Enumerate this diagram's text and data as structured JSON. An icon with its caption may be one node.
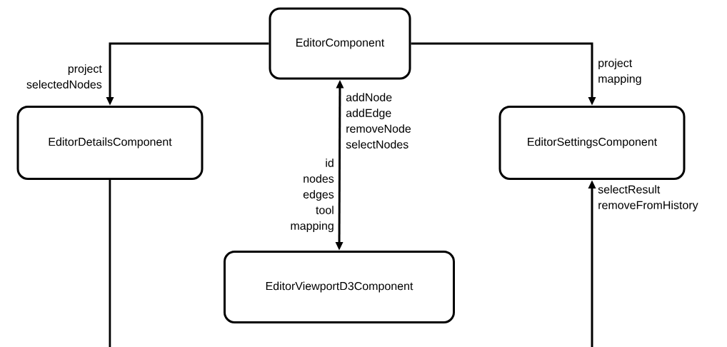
{
  "diagram": {
    "nodes": [
      {
        "text": [
          "EditorComponent"
        ]
      },
      {
        "text": [
          "EditorDetailsComponent"
        ]
      },
      {
        "text": [
          "EditorSettingsComponent"
        ]
      },
      {
        "text": [
          "EditorViewportD3Component"
        ]
      }
    ],
    "edges": [
      {
        "from": 0,
        "to": 1,
        "arrow": "to",
        "label": "project selectedNodes"
      },
      {
        "from": 0,
        "to": 2,
        "arrow": "to",
        "label": "project mapping"
      },
      {
        "from": 0,
        "to": 3,
        "arrow": "both",
        "label": "addNode addEdge removeNode selectNodes"
      },
      {
        "from": 1,
        "to": null,
        "arrow": "none"
      },
      {
        "from": null,
        "to": 2,
        "arrow": "to",
        "label": "selectResult removeFromHistory"
      }
    ],
    "labels": [
      "id nodes edges tool mapping"
    ]
  }
}
